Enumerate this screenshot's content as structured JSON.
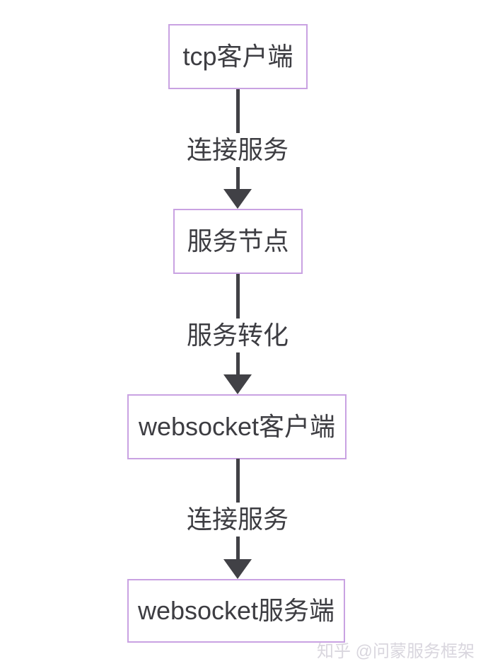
{
  "diagram": {
    "type": "flowchart",
    "direction": "top-down",
    "nodes": [
      {
        "id": "tcp-client",
        "label": "tcp客户端"
      },
      {
        "id": "service-node",
        "label": "服务节点"
      },
      {
        "id": "websocket-client",
        "label": "websocket客户端"
      },
      {
        "id": "websocket-server",
        "label": "websocket服务端"
      }
    ],
    "edges": [
      {
        "from": "tcp-client",
        "to": "service-node",
        "label": "连接服务"
      },
      {
        "from": "service-node",
        "to": "websocket-client",
        "label": "服务转化"
      },
      {
        "from": "websocket-client",
        "to": "websocket-server",
        "label": "连接服务"
      }
    ],
    "colors": {
      "page_bg": "#ffffff",
      "node_border": "#c9a2e2",
      "node_fill": "#ffffff",
      "text": "#3d3d42",
      "arrow": "#414146",
      "watermark": "#d9d6de"
    }
  },
  "watermark": {
    "text": "知乎 @问蒙服务框架"
  }
}
